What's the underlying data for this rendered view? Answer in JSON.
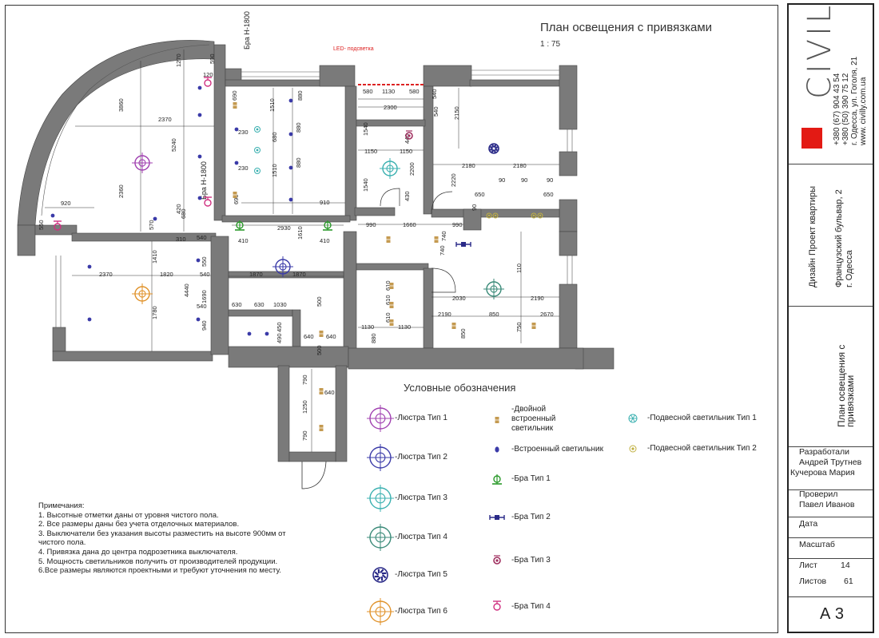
{
  "title": "План освещения с привязками",
  "scale": "1 : 75",
  "led_label": "LED- подсветка",
  "labels": {
    "bra1": "Бра Н-1800",
    "bra2": "Бра Н-1800"
  },
  "dimensions": [
    "590",
    "1270",
    "120",
    "3860",
    "2370",
    "5240",
    "2360",
    "920",
    "550",
    "570",
    "420",
    "680",
    "310",
    "540",
    "2370",
    "1820",
    "1410",
    "550",
    "4440",
    "540",
    "1690",
    "540",
    "1780",
    "940",
    "690",
    "1510",
    "880",
    "230",
    "680",
    "880",
    "230",
    "1510",
    "880",
    "690",
    "910",
    "2930",
    "410",
    "410",
    "1610",
    "1870",
    "1870",
    "630",
    "630",
    "1030",
    "500",
    "490",
    "450",
    "640",
    "640",
    "500",
    "790",
    "640",
    "1250",
    "790",
    "580",
    "1130",
    "580",
    "2300",
    "540",
    "540",
    "1540",
    "440",
    "1150",
    "1150",
    "2200",
    "1540",
    "430",
    "990",
    "1660",
    "990",
    "740",
    "740",
    "610",
    "610",
    "610",
    "880",
    "1130",
    "1130",
    "2150",
    "2180",
    "2180",
    "2220",
    "90",
    "90",
    "650",
    "650",
    "90",
    "90",
    "110",
    "2030",
    "2190",
    "2190",
    "850",
    "2670",
    "850",
    "750",
    "2030"
  ],
  "legend": {
    "title": "Условные обозначения",
    "items": [
      {
        "label": "-Люстра Тип 1",
        "color": "#a040b0",
        "icon": "chandelier-icon"
      },
      {
        "label": "-Люстра Тип 2",
        "color": "#3a3aa8",
        "icon": "chandelier-icon"
      },
      {
        "label": "-Люстра Тип 3",
        "color": "#3ab0b0",
        "icon": "chandelier-icon"
      },
      {
        "label": "-Люстра Тип 4",
        "color": "#3a8a78",
        "icon": "chandelier-icon"
      },
      {
        "label": "-Люстра Тип 5",
        "color": "#2a2a88",
        "icon": "fan-chandelier-icon"
      },
      {
        "label": "-Люстра Тип 6",
        "color": "#e0922a",
        "icon": "chandelier-icon"
      },
      {
        "label": "-Двойной встроенный светильник",
        "color": "#c49a50",
        "icon": "double-recessed-light-icon"
      },
      {
        "label": "-Встроенный светильник",
        "color": "#3a3aa8",
        "icon": "recessed-light-icon"
      },
      {
        "label": "-Бра Тип 1",
        "color": "#2a9a2a",
        "icon": "sconce-icon"
      },
      {
        "label": "-Бра Тип 2",
        "color": "#2a2a88",
        "icon": "sconce-icon"
      },
      {
        "label": "-Бра Тип 3",
        "color": "#a03060",
        "icon": "sconce-icon"
      },
      {
        "label": "-Бра Тип 4",
        "color": "#d03080",
        "icon": "sconce-icon"
      },
      {
        "label": "-Подвесной светильник Тип 1",
        "color": "#3ab0b0",
        "icon": "pendant-light-icon"
      },
      {
        "label": "-Подвесной светильник Тип 2",
        "color": "#c0b040",
        "icon": "pendant-light-icon"
      }
    ]
  },
  "notes": {
    "heading": "Примечания:",
    "lines": [
      "1. Высотные отметки даны от уровня чистого пола.",
      "2. Все размеры даны без учета отделочных материалов.",
      "3. Выключатели без указания высоты разместить на высоте 900мм от чистого пола.",
      "4. Привязка дана до центра подрозетника выключателя.",
      "5. Мощность светильников получить от производителей продукции.",
      "6.Все размеры являются проектными и требуют уточнения по месту."
    ]
  },
  "titleblock": {
    "brand": "CIVILLY",
    "phone1": "+380 (67) 904 43 54",
    "phone2": "+380 (50) 390 75 12",
    "address": "г. Одесса, ул. Гоголя, 21",
    "website": "www. civilly.com.ua",
    "project": "Дизайн Проект квартиры",
    "object_address1": "Французский бульвар, 2",
    "object_address2": "г. Одесса",
    "sheet_title": "План освещения с привязками",
    "developed_label": "Разработали",
    "developer1": "Андрей Трутнев",
    "developer2": "Кучерова Мария",
    "checked_label": "Проверил",
    "checker": "Павел Иванов",
    "date_label": "Дата",
    "scale_label": "Масштаб",
    "sheet_label": "Лист",
    "sheet_no": "14",
    "sheets_label": "Листов",
    "sheets_total": "61",
    "format": "А 3"
  }
}
